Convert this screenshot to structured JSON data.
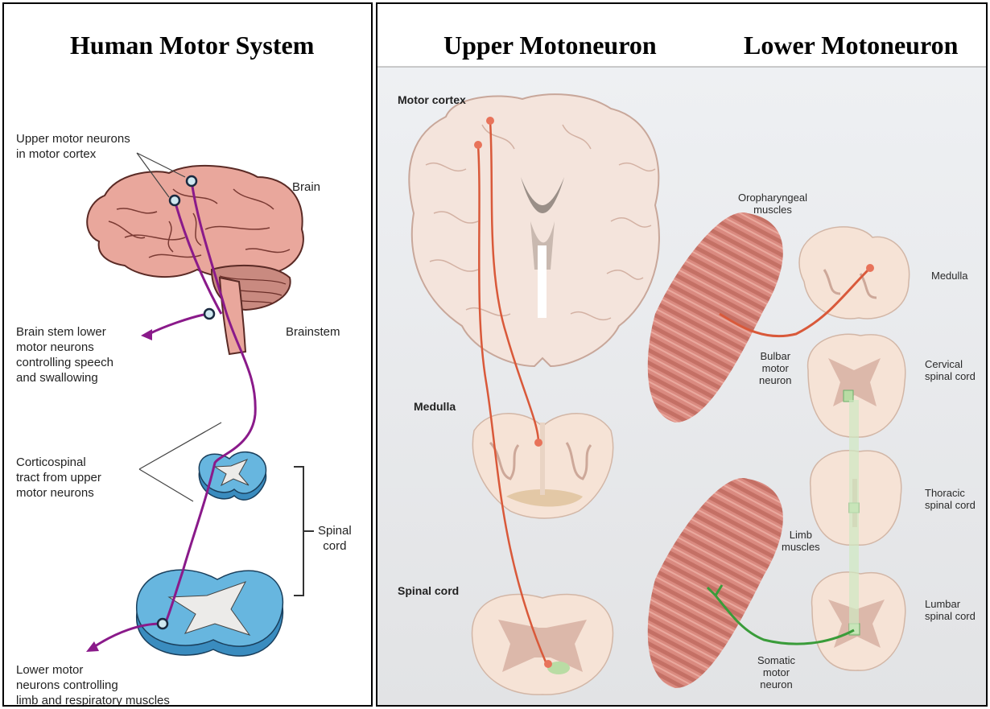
{
  "left": {
    "title": "Human Motor System",
    "labels": {
      "upper": "Upper motor neurons\nin motor cortex",
      "brain": "Brain",
      "brainstem_lower": "Brain stem lower\nmotor neurons\ncontrolling speech\nand swallowing",
      "brainstem": "Brainstem",
      "corticospinal": "Corticospinal\ntract from upper\nmotor neurons",
      "spinal_cord": "Spinal\ncord",
      "lower_motor": "Lower motor\nneurons controlling\nlimb and respiratory muscles"
    }
  },
  "right": {
    "title_upper": "Upper Motoneuron",
    "title_lower": "Lower Motoneuron",
    "labels": {
      "motor_cortex": "Motor cortex",
      "medulla_left": "Medulla",
      "spinal_cord_left": "Spinal cord",
      "oropharyngeal": "Oropharyngeal\nmuscles",
      "medulla_right": "Medulla",
      "bulbar": "Bulbar\nmotor\nneuron",
      "cervical": "Cervical\nspinal cord",
      "thoracic": "Thoracic\nspinal cord",
      "limb": "Limb\nmuscles",
      "lumbar": "Lumbar\nspinal cord",
      "somatic": "Somatic\nmotor\nneuron"
    }
  },
  "colors": {
    "brain_pink": "#e9a79c",
    "cerebellum": "#c98a80",
    "cord_blue": "#67b6df",
    "tract_purple": "#8a1a8a",
    "muscle": "#d27e6f",
    "upper_tract": "#d9593a",
    "lower_tract": "#3a9c3a",
    "tissue": "#f6e3d6",
    "grey_matter": "#dcb8aa",
    "right_bg": "#e5e6e8"
  }
}
